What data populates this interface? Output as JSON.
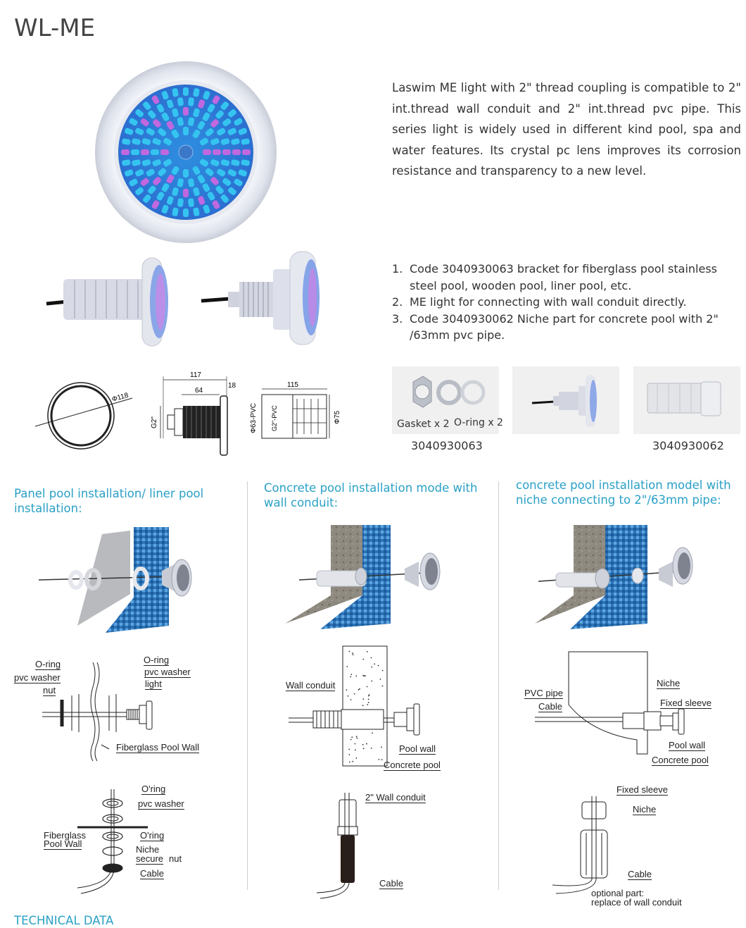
{
  "title": "WL-ME",
  "description": "Laswim ME light with 2\" thread coupling is compatible to 2\" int.thread wall conduit and 2\" int.thread pvc pipe. This series light is widely used in different kind pool, spa and water features. Its crystal pc lens improves its corrosion resistance and transparency to a new level.",
  "codes": [
    {
      "num": "1.",
      "text": "Code 3040930063 bracket for fiberglass pool stainless steel pool, wooden pool, liner pool, etc."
    },
    {
      "num": "2.",
      "text": "ME light for connecting with wall conduit directly."
    },
    {
      "num": "3.",
      "text": "Code 3040930062 Niche part for concrete pool with 2\" /63mm pvc pipe."
    }
  ],
  "dimensions": {
    "d118": "Φ118",
    "len117": "117",
    "len64": "64",
    "len18": "18",
    "g2": "G2\"",
    "len115": "115",
    "d63": "Φ63-PVC",
    "g2pvc": "G2\"-PVC",
    "d75": "Φ75"
  },
  "accessories": {
    "gasket": "Gasket x 2",
    "oring": "O-ring x 2",
    "code1": "3040930063",
    "code2": "3040930062"
  },
  "sections": [
    {
      "title": "Panel pool installation/ liner pool installation:",
      "labels": {
        "oring1": "O-ring",
        "pvc_washer1": "pvc washer",
        "nut": "nut",
        "oring2": "O-ring",
        "pvc_washer2": "pvc washer",
        "light": "light",
        "wall": "Fiberglass Pool Wall",
        "oring3": "O'ring",
        "pvc_washer3": "pvc washer",
        "fiberglass": "Fiberglass",
        "pool_wall": "Pool Wall",
        "oring4": "O'ring",
        "niche": "Niche",
        "secure": "secure",
        "nut2": "nut",
        "cable": "Cable"
      }
    },
    {
      "title": "Concrete pool installation mode with wall conduit:",
      "labels": {
        "wall_conduit": "Wall conduit",
        "pool_wall": "Pool wall",
        "concrete_pool": "Concrete pool",
        "conduit2": "2\" Wall conduit",
        "cable": "Cable"
      }
    },
    {
      "title": "concrete pool installation model with niche connecting to 2\"/63mm pipe:",
      "labels": {
        "pvc_pipe": "PVC pipe",
        "cable": "Cable",
        "niche": "Niche",
        "fixed_sleeve": "Fixed sleeve",
        "pool_wall": "Pool wall",
        "concrete_pool": "Concrete pool",
        "fixed_sleeve2": "Fixed  sleeve",
        "niche2": "Niche",
        "cable2": "Cable",
        "optional": "optional part:",
        "replace": "replace of wall conduit"
      }
    }
  ],
  "footer": "TECHNICAL DATA",
  "colors": {
    "accent": "#2aa0c6",
    "led_blue": "#35c4f0",
    "led_purple": "#c068e0"
  }
}
